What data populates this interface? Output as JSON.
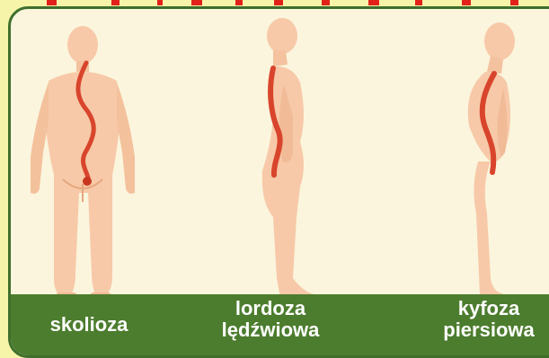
{
  "labels": {
    "scoliosis": "skolioza",
    "lumbar_lordosis": "lordoza\nlędźwiowa",
    "thoracic_kyphosis": "kyfoza\npiersiowa"
  },
  "colors": {
    "background": "#f6f4a8",
    "frame": "#3f6f2c",
    "panel": "#fbf5dd",
    "label_bar": "#4c7d2e",
    "skin": "#f7c9a8",
    "skin_shade": "#eeb08c",
    "spine": "#d8452c",
    "title_dashes": "#e0221b"
  },
  "figures": [
    {
      "name": "scoliosis",
      "view": "back"
    },
    {
      "name": "lumbar-lordosis",
      "view": "side"
    },
    {
      "name": "thoracic-kyphosis",
      "view": "side"
    }
  ]
}
